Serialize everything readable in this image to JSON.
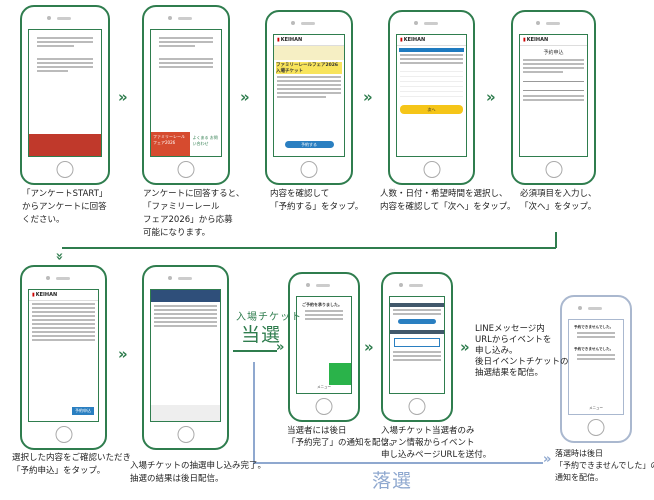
{
  "steps": [
    {
      "caption": [
        "「アンケートSTART」",
        "からアンケートに回答",
        "ください。"
      ]
    },
    {
      "caption": [
        "アンケートに回答すると、",
        "「ファミリーレール",
        "フェア2026」から応募",
        "可能になります。"
      ]
    },
    {
      "caption": [
        "内容を確認して",
        "「予約する」をタップ。"
      ]
    },
    {
      "caption": [
        "人数・日付・希望時間を選択し、",
        "内容を確認して「次へ」をタップ。"
      ]
    },
    {
      "caption": [
        "必須項目を入力し、",
        "「次へ」をタップ。"
      ]
    },
    {
      "caption": [
        "選択した内容をご確認いただき",
        "「予約申込」をタップ。"
      ]
    },
    {
      "caption": [
        "入場チケットの抽選申し込み完了。",
        "抽選の結果は後日配信。"
      ]
    },
    {
      "caption": [
        "当選者には後日",
        "「予約完了」の通知を配信。"
      ]
    },
    {
      "caption": [
        "入場チケット当選者のみ",
        "ファン情報からイベント",
        "申し込みページURLを送付。"
      ]
    },
    {
      "caption": [
        "落選時は後日",
        "「予約できませんでした」の",
        "通知を配信。"
      ]
    }
  ],
  "win": {
    "sub": "入場チケット",
    "main": "当選"
  },
  "lose": {
    "main": "落選"
  },
  "note": [
    "LINEメッセージ内",
    "URLからイベントを",
    "申し込み。",
    "後日イベントチケットの",
    "抽選結果を配信。"
  ],
  "screens": {
    "brand": "KEIHAN",
    "reserve_button": "予約する",
    "event_title": "ファミリーレールフェア2026入場チケット",
    "next_button": "次へ",
    "apply_title": "予約申込",
    "apply_button": "予約申込",
    "done_title": "ご予約を承りました。",
    "fail_title": "予約できませんでした。",
    "menu": "メニュー",
    "poll_banner": "ファミリーレールフェア2026",
    "poll_link": "よくある お問い合わせ"
  },
  "colors": {
    "green": "#2f7d4e",
    "blue": "#8fa8cf",
    "accent": "#2a7fc1",
    "yellow": "#f5c518"
  }
}
